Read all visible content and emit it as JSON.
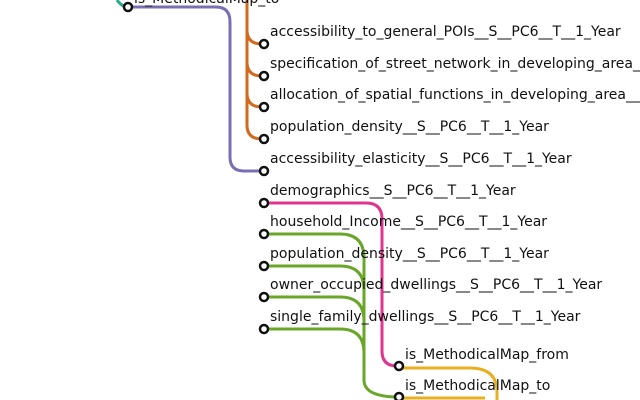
{
  "diagram": {
    "top_node_label": "is_MethodicalMap_to",
    "branches": [
      {
        "name": "accessibility_to_general_POIs__S__PC6__T__1_Year",
        "color": "#d2691e"
      },
      {
        "name": "specification_of_street_network_in_developing_area__S",
        "color": "#d2691e"
      },
      {
        "name": "allocation_of_spatial_functions_in_developing_area__S_",
        "color": "#d2691e"
      },
      {
        "name": "population_density__S__PC6__T__1_Year",
        "color": "#d2691e"
      },
      {
        "name": "accessibility_elasticity__S__PC6__T__1_Year",
        "color": "#7b6fb3"
      },
      {
        "name": "demographics__S__PC6__T__1_Year",
        "color": "#e0358f"
      },
      {
        "name": "household_Income__S__PC6__T__1_Year",
        "color": "#6aa62a"
      },
      {
        "name": "population_density__S__PC6__T__1_Year",
        "color": "#6aa62a"
      },
      {
        "name": "owner_occupied_dwellings__S__PC6__T__1_Year",
        "color": "#6aa62a"
      },
      {
        "name": "single_family_dwellings__S__PC6__T__1_Year",
        "color": "#6aa62a"
      }
    ],
    "bottom_nodes": [
      {
        "name": "is_MethodicalMap_from"
      },
      {
        "name": "is_MethodicalMap_to"
      }
    ],
    "colors": {
      "orange": "#d2691e",
      "purple": "#7b6fb3",
      "pink": "#e0358f",
      "green": "#6aa62a",
      "yellow": "#e8b020",
      "teal": "#2aa88a",
      "node_stroke": "#111111"
    }
  }
}
